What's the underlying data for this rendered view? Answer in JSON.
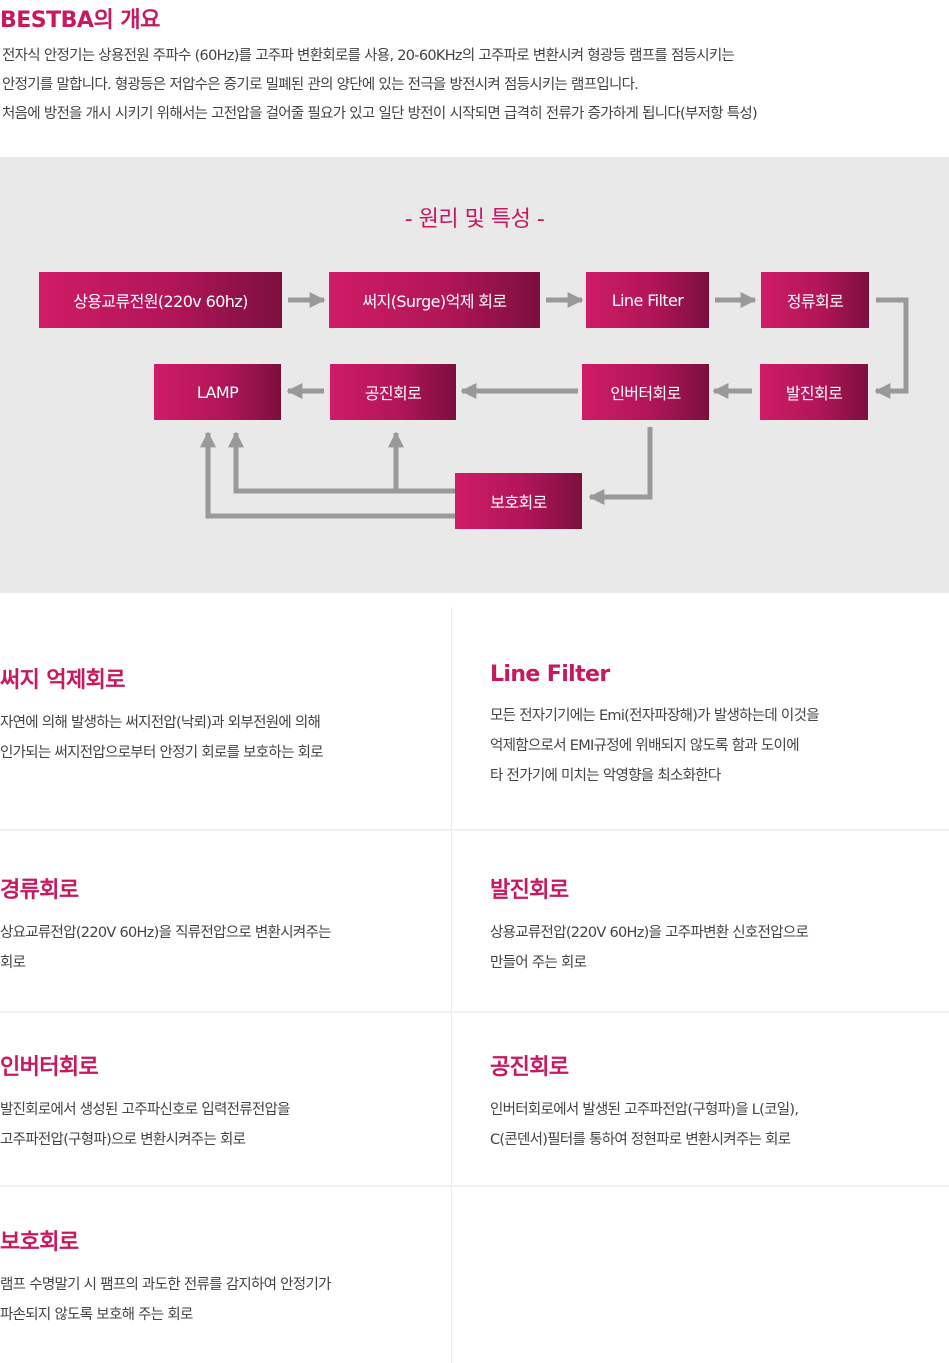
{
  "intro": {
    "title": "BESTBA의 개요",
    "lines": [
      "전자식 안정기는 상용전원 주파수 (60Hz)를 고주파 변환회로를 사용, 20-60KHz의 고주파로 변환시켜 형광등 램프를 점등시키는",
      "안정기를 말합니다. 형광등은 저압수은 증기로 밀폐된 관의 양단에 있는 전극을 방전시켜 점등시키는 램프입니다.",
      "처음에 방전을 개시 시키기 위해서는 고전압을 걸어줄 필요가 있고 일단 방전이 시작되면 급격히 전류가 증가하게 됩니다(부저항 특성)"
    ]
  },
  "diagram": {
    "title": "- 원리 및 특성 -",
    "boxes": {
      "power": "상용교류전원(220v 60hz)",
      "surge": "써지(Surge)억제 회로",
      "filter": "Line Filter",
      "rectifier": "정류회로",
      "oscillator": "발진회로",
      "inverter": "인버터회로",
      "resonance": "공진회로",
      "lamp": "LAMP",
      "protection": "보호회로"
    },
    "colors": {
      "box_start": "#cf1c66",
      "box_end": "#7c0f3e",
      "arrow": "#999999",
      "background": "#e9e9e9"
    }
  },
  "sections": [
    {
      "title": "써지 억제회로",
      "lines": [
        "자연에 의해 발생하는 써지전압(낙뢰)과 외부전원에 의해",
        "인가되는 써지전압으로부터 안정기 회로를 보호하는 회로"
      ]
    },
    {
      "title": "Line Filter",
      "lines": [
        "모든 전자기기에는 Emi(전자파장해)가 발생하는데 이것을",
        "억제함으로서 EMI규정에 위배되지 않도록 함과 도이에",
        "타 전가기에 미치는  악영향을 최소화한다"
      ]
    },
    {
      "title": "경류회로",
      "lines": [
        "상요교류전압(220V 60Hz)을 직류전압으로 변환시켜주는",
        "회로"
      ]
    },
    {
      "title": "발진회로",
      "lines": [
        "상용교류전압(220V 60Hz)을 고주파변환 신호전압으로",
        "만들어 주는 회로"
      ]
    },
    {
      "title": "인버터회로",
      "lines": [
        "발진회로에서 생성된 고주파신호로 입력전류전압을",
        "고주파전압(구형파)으로 변환시켜주는 회로"
      ]
    },
    {
      "title": "공진회로",
      "lines": [
        "인버터회로에서 발생된 고주파전압(구형파)을 L(코일),",
        "C(콘덴서)필터를 통하여 정현파로 변환시켜주는 회로"
      ]
    },
    {
      "title": "보호회로",
      "lines": [
        "램프 수명말기 시 팸프의 과도한 전류를 감지하여 안정기가",
        "파손되지 않도록 보호해 주는 회로"
      ]
    }
  ]
}
